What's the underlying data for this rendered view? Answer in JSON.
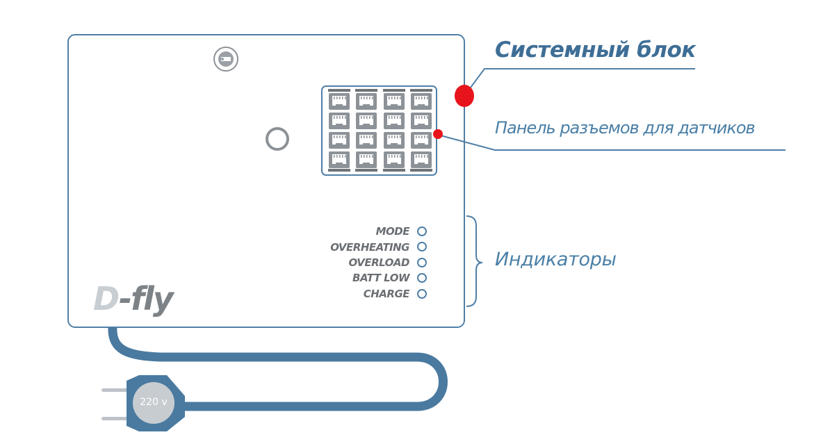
{
  "labels": {
    "system_unit": "Системный блок",
    "sensor_panel": "Панель разъемов для датчиков",
    "indicators": "Индикаторы"
  },
  "indicators": [
    "MODE",
    "OVERHEATING",
    "OVERLOAD",
    "BATT LOW",
    "CHARGE"
  ],
  "logo": "D-fly",
  "plug_voltage": "220 v",
  "icons": {
    "lock": "key-lock-icon",
    "button": "round-button-icon",
    "connector": "rj-connector-icon",
    "plug": "power-plug-icon"
  },
  "colors": {
    "outline": "#4f7fa6",
    "cable": "#4a7aa0",
    "label_blue": "#4a7fa6",
    "title_blue": "#3e6e96",
    "marker_red": "#e8141c",
    "indicator_text": "#6b6f73",
    "logo_light": "#c9ced3",
    "logo_dark": "#7d8287",
    "plug_disc": "#c7ccd1"
  }
}
